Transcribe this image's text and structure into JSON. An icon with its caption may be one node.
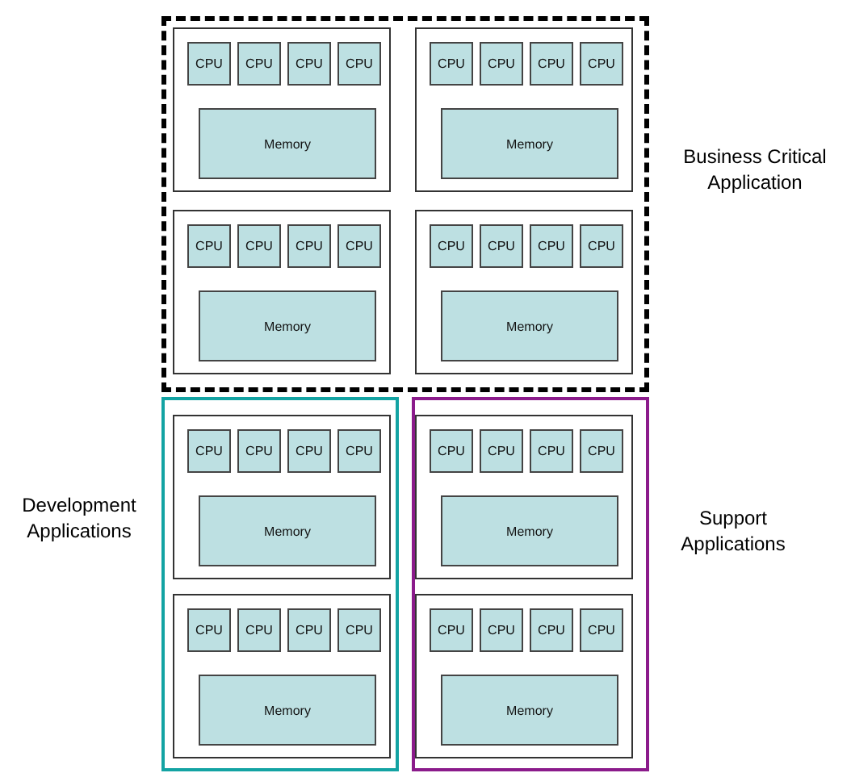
{
  "diagram": {
    "nodes": [
      {
        "text": [
          "Business Critical Application"
        ]
      },
      {
        "text": [],
        "shape": "box",
        "in": 0
      },
      {
        "text": [
          "CPU"
        ],
        "in": 1
      },
      {
        "text": [
          "CPU"
        ],
        "in": 1
      },
      {
        "text": [
          "CPU"
        ],
        "in": 1
      },
      {
        "text": [
          "CPU"
        ],
        "in": 1
      },
      {
        "text": [
          "Memory"
        ],
        "in": 1
      },
      {
        "text": [],
        "shape": "box",
        "in": 0
      },
      {
        "text": [
          "CPU"
        ],
        "in": 7
      },
      {
        "text": [
          "CPU"
        ],
        "in": 7
      },
      {
        "text": [
          "CPU"
        ],
        "in": 7
      },
      {
        "text": [
          "CPU"
        ],
        "in": 7
      },
      {
        "text": [
          "Memory"
        ],
        "in": 7
      },
      {
        "text": [],
        "shape": "box",
        "in": 0
      },
      {
        "text": [
          "CPU"
        ],
        "in": 13
      },
      {
        "text": [
          "CPU"
        ],
        "in": 13
      },
      {
        "text": [
          "CPU"
        ],
        "in": 13
      },
      {
        "text": [
          "CPU"
        ],
        "in": 13
      },
      {
        "text": [
          "Memory"
        ],
        "in": 13
      },
      {
        "text": [],
        "shape": "box",
        "in": 0
      },
      {
        "text": [
          "CPU"
        ],
        "in": 19
      },
      {
        "text": [
          "CPU"
        ],
        "in": 19
      },
      {
        "text": [
          "CPU"
        ],
        "in": 19
      },
      {
        "text": [
          "CPU"
        ],
        "in": 19
      },
      {
        "text": [
          "Memory"
        ],
        "in": 19
      },
      {
        "text": [
          "Development Applications"
        ]
      },
      {
        "text": [],
        "shape": "box",
        "in": 25
      },
      {
        "text": [
          "CPU"
        ],
        "in": 26
      },
      {
        "text": [
          "CPU"
        ],
        "in": 26
      },
      {
        "text": [
          "CPU"
        ],
        "in": 26
      },
      {
        "text": [
          "CPU"
        ],
        "in": 26
      },
      {
        "text": [
          "Memory"
        ],
        "in": 26
      },
      {
        "text": [],
        "shape": "box",
        "in": 25
      },
      {
        "text": [
          "CPU"
        ],
        "in": 32
      },
      {
        "text": [
          "CPU"
        ],
        "in": 32
      },
      {
        "text": [
          "CPU"
        ],
        "in": 32
      },
      {
        "text": [
          "CPU"
        ],
        "in": 32
      },
      {
        "text": [
          "Memory"
        ],
        "in": 32
      },
      {
        "text": [
          "Support Applications"
        ]
      },
      {
        "text": [],
        "shape": "box",
        "in": 38
      },
      {
        "text": [
          "CPU"
        ],
        "in": 39
      },
      {
        "text": [
          "CPU"
        ],
        "in": 39
      },
      {
        "text": [
          "CPU"
        ],
        "in": 39
      },
      {
        "text": [
          "CPU"
        ],
        "in": 39
      },
      {
        "text": [
          "Memory"
        ],
        "in": 39
      },
      {
        "text": [],
        "shape": "box",
        "in": 38
      },
      {
        "text": [
          "CPU"
        ],
        "in": 45
      },
      {
        "text": [
          "CPU"
        ],
        "in": 45
      },
      {
        "text": [
          "CPU"
        ],
        "in": 45
      },
      {
        "text": [
          "CPU"
        ],
        "in": 45
      },
      {
        "text": [
          "Memory"
        ],
        "in": 45
      }
    ]
  }
}
